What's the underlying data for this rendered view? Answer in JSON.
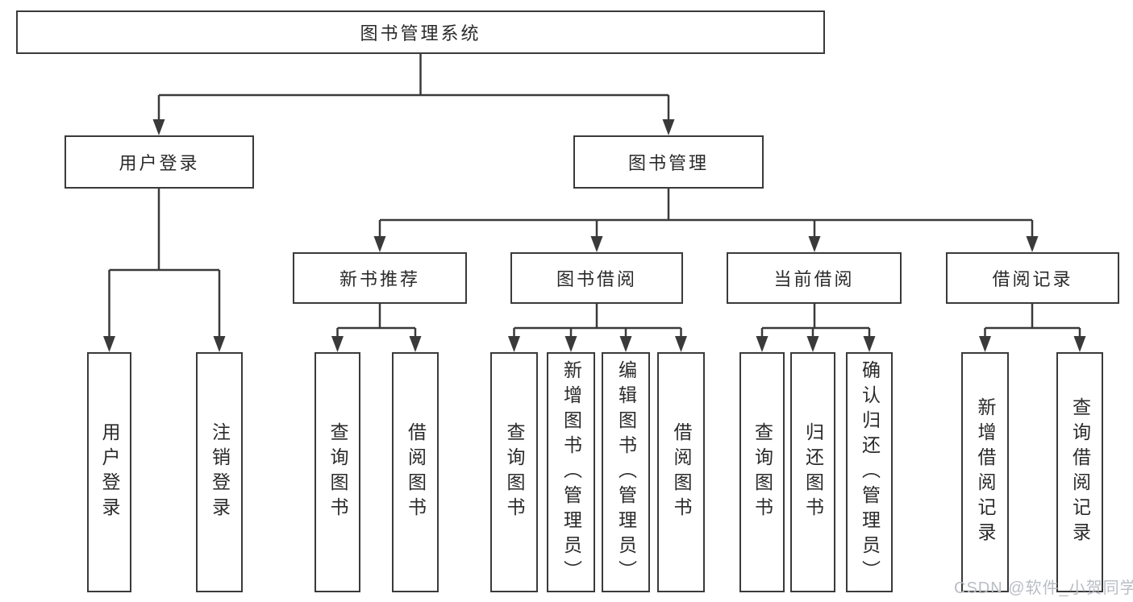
{
  "diagram": {
    "root": {
      "label": "图书管理系统"
    },
    "branches": [
      {
        "label": "用户登录",
        "children": [
          {
            "label": "用户登录"
          },
          {
            "label": "注销登录"
          }
        ]
      },
      {
        "label": "图书管理",
        "children": [
          {
            "label": "新书推荐",
            "children": [
              {
                "label": "查询图书"
              },
              {
                "label": "借阅图书"
              }
            ]
          },
          {
            "label": "图书借阅",
            "children": [
              {
                "label": "查询图书"
              },
              {
                "label": "新增图书（管理员）"
              },
              {
                "label": "编辑图书（管理员）"
              },
              {
                "label": "借阅图书"
              }
            ]
          },
          {
            "label": "当前借阅",
            "children": [
              {
                "label": "查询图书"
              },
              {
                "label": "归还图书"
              },
              {
                "label": "确认归还（管理员）"
              }
            ]
          },
          {
            "label": "借阅记录",
            "children": [
              {
                "label": "新增借阅记录"
              },
              {
                "label": "查询借阅记录"
              }
            ]
          }
        ]
      }
    ]
  },
  "watermark": {
    "text": "CSDN @软件_小贺同学"
  },
  "colors": {
    "line": "#3a3a3a",
    "box_border": "#3a3a3a",
    "text": "#2a2a2a",
    "watermark": "#b9bdc4",
    "background": "#ffffff"
  }
}
